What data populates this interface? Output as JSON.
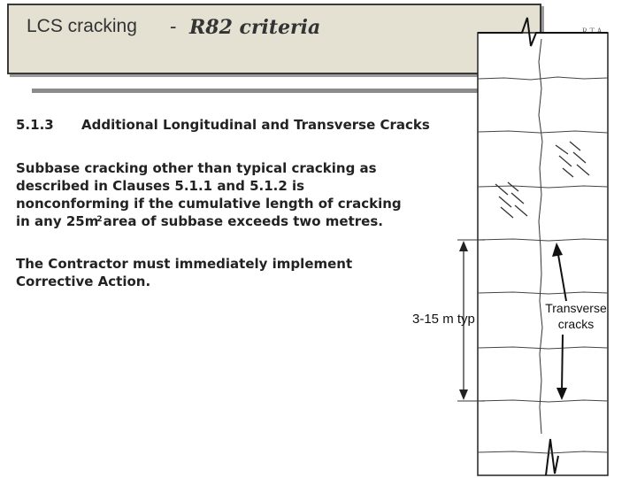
{
  "header": {
    "title": "LCS cracking",
    "dash": "-",
    "subtitle": "R82 criteria",
    "tag": "RTA"
  },
  "section": {
    "number": "5.1.3",
    "heading": "Additional Longitudinal and Transverse Cracks"
  },
  "body": {
    "para1_line1": "Subbase cracking other than typical cracking as",
    "para1_line2": "described in Clauses 5.1.1 and 5.1.2 is",
    "para1_line3": "nonconforming if the cumulative length of cracking",
    "para1_line4_a": "in any 25m",
    "para1_line4_sup": "2",
    "para1_line4_b": "area of subbase exceeds two metres.",
    "para2_line1": "The Contractor must immediately implement",
    "para2_line2": "Corrective Action."
  },
  "diagram": {
    "dimension_label": "3-15 m  typ",
    "callout_line1": "Transverse",
    "callout_line2": "cracks"
  },
  "colors": {
    "title_fill": "#e4e0d2",
    "rule": "#8b8b8b",
    "text": "#222222"
  }
}
